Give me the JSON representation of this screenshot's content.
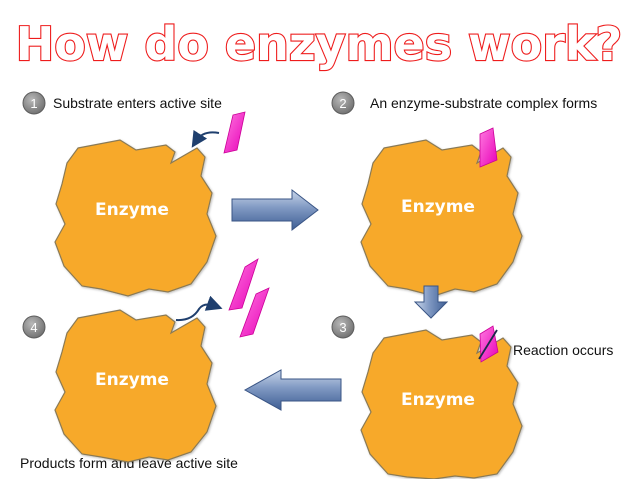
{
  "title": "How do enzymes work?",
  "colors": {
    "title_fill": "#ffffff",
    "title_stroke": "#ee1c1c",
    "enzyme_fill": "#f7a92a",
    "enzyme_edge": "#8a7a55",
    "enzyme_text": "#ffffff",
    "substrate": "#ff33cc",
    "arrow_fill": "#4f6fa0",
    "badge_fill": "#8c8c8c",
    "text": "#111111"
  },
  "enzyme_label": "Enzyme",
  "steps": [
    {
      "number": "1",
      "text": "Substrate enters active site"
    },
    {
      "number": "2",
      "text": "An enzyme-substrate complex forms"
    },
    {
      "number": "3",
      "text": "Reaction occurs"
    },
    {
      "number": "4",
      "text": "Products form and leave active site"
    }
  ],
  "icons": {
    "motion_arrow": "curved-arrow-icon",
    "process_arrow": "block-arrow-icon"
  }
}
